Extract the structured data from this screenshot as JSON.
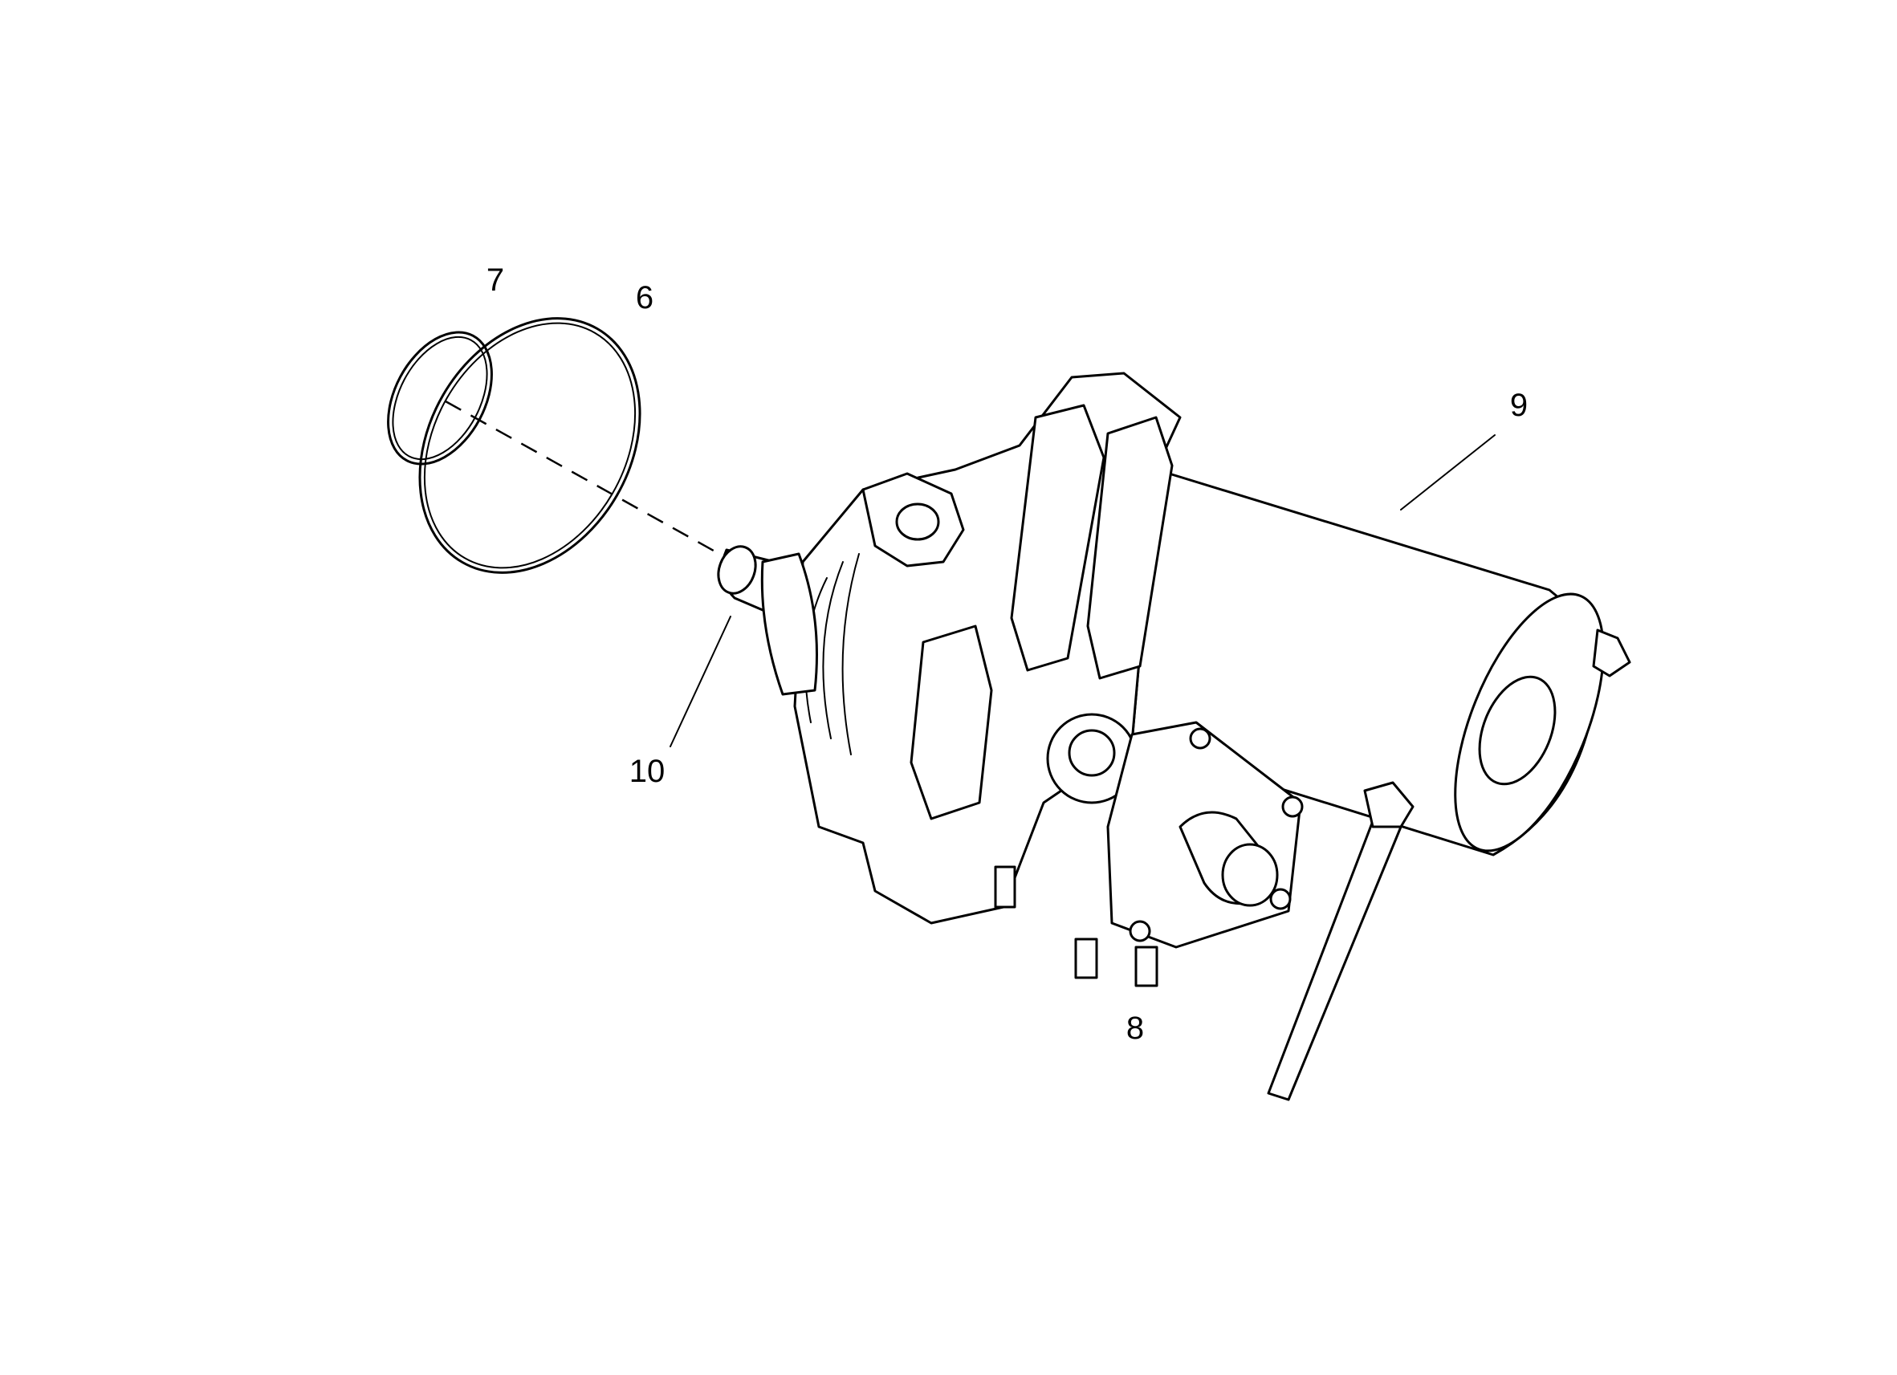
{
  "diagram": {
    "callouts": [
      {
        "id": "c7",
        "label": "7"
      },
      {
        "id": "c6",
        "label": "6"
      },
      {
        "id": "c9",
        "label": "9"
      },
      {
        "id": "c10",
        "label": "10"
      },
      {
        "id": "c8",
        "label": "8"
      }
    ],
    "colors": {
      "line": "#000000",
      "background": "#ffffff"
    }
  }
}
